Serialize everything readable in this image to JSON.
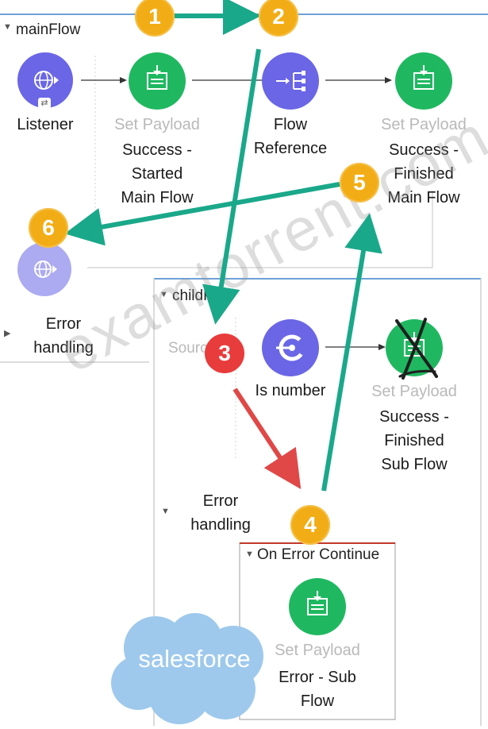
{
  "main_flow": {
    "title": "mainFlow",
    "listener": {
      "label": "Listener"
    },
    "set_payload_started": {
      "type": "Set Payload",
      "name": "Success - Started Main Flow",
      "lines": [
        "Success -",
        "Started",
        "Main Flow"
      ]
    },
    "flow_reference": {
      "lines": [
        "Flow",
        "Reference"
      ]
    },
    "set_payload_finished": {
      "type": "Set Payload",
      "lines": [
        "Success -",
        "Finished",
        "Main Flow"
      ]
    },
    "error_handling": {
      "lines": [
        "Error",
        "handling"
      ]
    }
  },
  "child_flow": {
    "title": "childFlow",
    "source_label": "Source",
    "is_number": {
      "label": "Is number"
    },
    "set_payload_finished": {
      "type": "Set Payload",
      "lines": [
        "Success -",
        "Finished",
        "Sub Flow"
      ]
    },
    "error_handling": {
      "lines": [
        "Error",
        "handling"
      ]
    },
    "on_error_continue": {
      "title": "On Error Continue",
      "set_payload": {
        "type": "Set Payload",
        "lines": [
          "Error - Sub",
          "Flow"
        ]
      }
    }
  },
  "steps": [
    {
      "number": "1",
      "color": "#f2ad16"
    },
    {
      "number": "2",
      "color": "#f2ad16"
    },
    {
      "number": "3",
      "color": "#e83b3b"
    },
    {
      "number": "4",
      "color": "#f2ad16"
    },
    {
      "number": "5",
      "color": "#f2ad16"
    },
    {
      "number": "6",
      "color": "#f2ad16"
    }
  ],
  "arrow_colors": {
    "teal": "#1aa88a",
    "red": "#e04848"
  },
  "watermark": "examtorrent.com",
  "logo": {
    "text": "salesforce",
    "color": "#9ec9ec"
  }
}
